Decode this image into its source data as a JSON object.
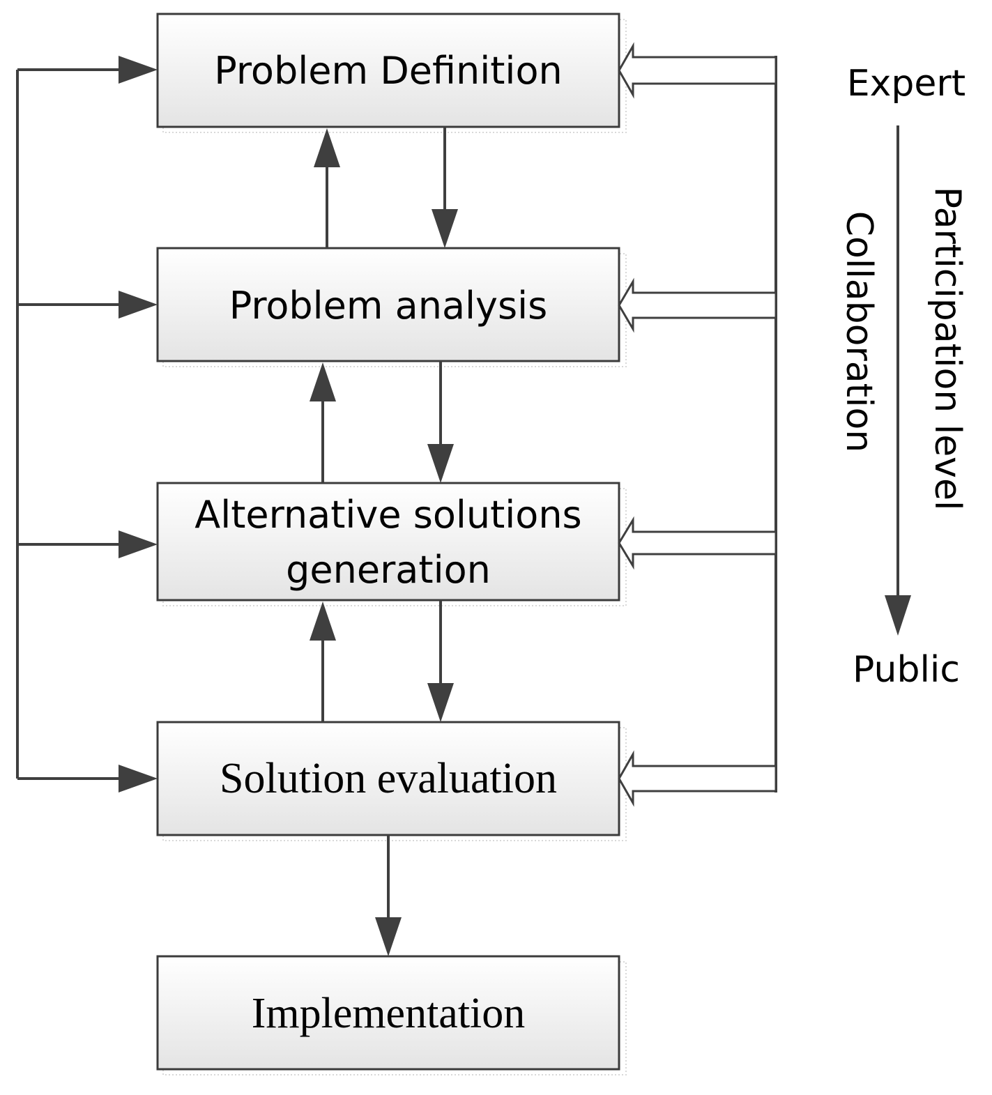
{
  "nodes": {
    "problem_definition": "Problem Definition",
    "problem_analysis": "Problem analysis",
    "alternative_solutions_line1": "Alternative solutions",
    "alternative_solutions_line2": "generation",
    "solution_evaluation": "Solution evaluation",
    "implementation": "Implementation"
  },
  "scale": {
    "top_label": "Expert",
    "bottom_label": "Public",
    "axis_label": "Participation level",
    "collaboration_label": "Collaboration"
  },
  "colors": {
    "box_fill_top": "#ffffff",
    "box_fill_bottom": "#e6e6e6",
    "stroke": "#3f3f3f"
  }
}
